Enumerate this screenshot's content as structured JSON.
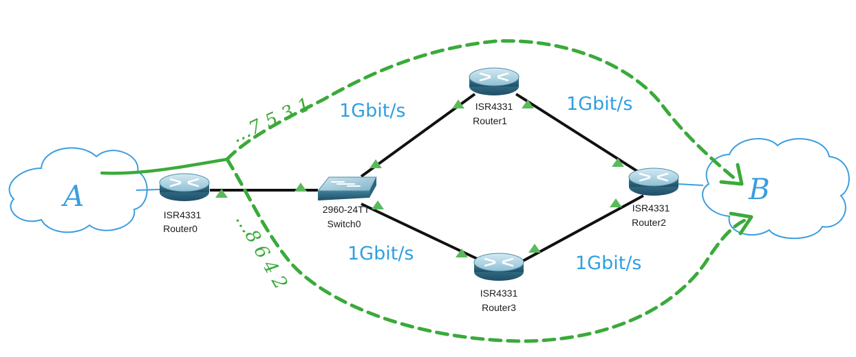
{
  "colors": {
    "cloud": "#3a9de0",
    "link": "#111111",
    "port": "#5cb85c",
    "annotation": "#3aaa3a",
    "speed": "#2f9fe0"
  },
  "clouds": {
    "a": {
      "label": "A"
    },
    "b": {
      "label": "B"
    }
  },
  "devices": {
    "router0": {
      "model": "ISR4331",
      "name": "Router0",
      "icon": "router-icon"
    },
    "router1": {
      "model": "ISR4331",
      "name": "Router1",
      "icon": "router-icon"
    },
    "router2": {
      "model": "ISR4331",
      "name": "Router2",
      "icon": "router-icon"
    },
    "router3": {
      "model": "ISR4331",
      "name": "Router3",
      "icon": "router-icon"
    },
    "switch0": {
      "model": "2960-24TT",
      "name": "Switch0",
      "icon": "switch-icon"
    }
  },
  "link_speeds": {
    "switch_router1": "1Gbit/s",
    "router1_router2": "1Gbit/s",
    "switch_router3": "1Gbit/s",
    "router3_router2": "1Gbit/s"
  },
  "packet_sequence": {
    "upper": "…7 5 3 1",
    "lower": "…8 6 4 2"
  }
}
